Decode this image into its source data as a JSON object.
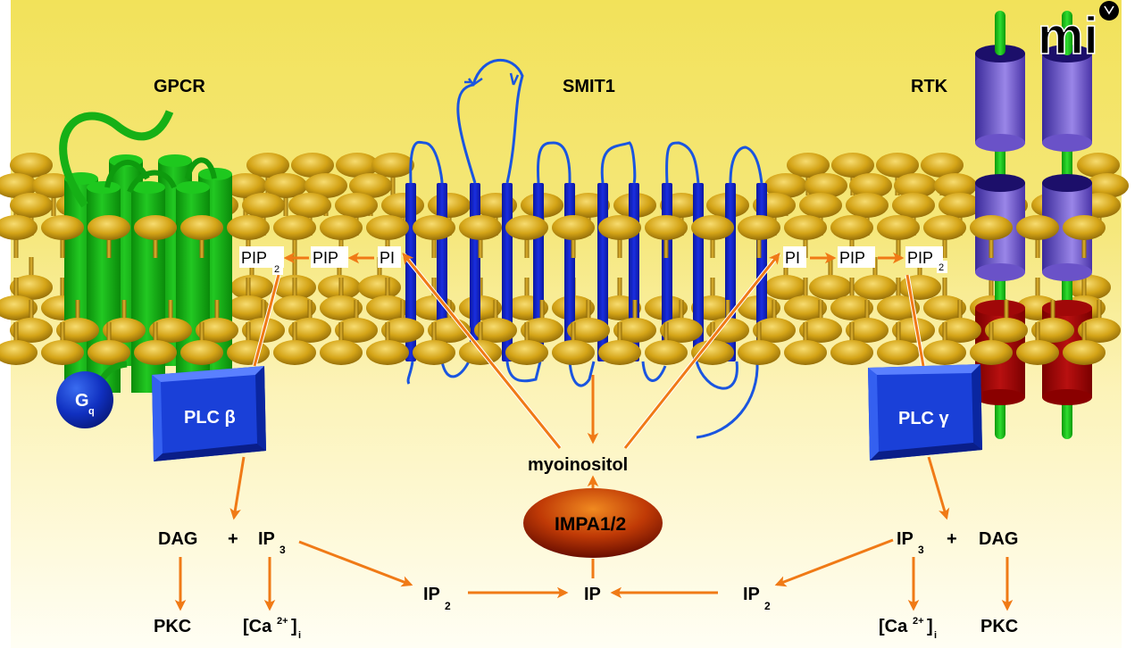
{
  "title": "Phosphoinositide signaling and myoinositol recycling",
  "logo": {
    "text": "mi"
  },
  "receptors": {
    "gpcr": "GPCR",
    "smit": "SMIT1",
    "rtk": "RTK"
  },
  "membrane_left": {
    "pip2": "PIP",
    "pip2_sub": "2",
    "pip": "PIP",
    "pi": "PI"
  },
  "membrane_right": {
    "pi": "PI",
    "pip": "PIP",
    "pip2": "PIP",
    "pip2_sub": "2"
  },
  "gq": {
    "label": "G",
    "sub": "q"
  },
  "plc_beta": "PLC β",
  "plc_gamma": "PLC γ",
  "center": {
    "myoinositol": "myoinositol",
    "impa": "IMPA1/2",
    "ip": "IP"
  },
  "left_cascade": {
    "dag": "DAG",
    "plus": "+",
    "ip3": "IP",
    "ip3_sub": "3",
    "pkc": "PKC",
    "ca_open": "[Ca",
    "ca_sup": "2+",
    "ca_close": "]",
    "ca_sub": "i",
    "ip2": "IP",
    "ip2_sub": "2"
  },
  "right_cascade": {
    "ip3": "IP",
    "ip3_sub": "3",
    "plus": "+",
    "dag": "DAG",
    "pkc": "PKC",
    "ca_open": "[Ca",
    "ca_sup": "2+",
    "ca_close": "]",
    "ca_sub": "i",
    "ip2": "IP",
    "ip2_sub": "2"
  },
  "colors": {
    "bg_top": "#f2e25c",
    "bg_bottom": "#fffef2",
    "lipid": "#c9980f",
    "lipid_light": "#f3d66a",
    "gpcr_green": "#14b814",
    "smit_blue": "#1020c8",
    "smit_loop": "#1a55e0",
    "rtk_purple": "#7a5fd0",
    "rtk_red": "#a80808",
    "plc_blue": "#1740e8",
    "arrow": "#f07a16",
    "impa": "#b83006"
  }
}
